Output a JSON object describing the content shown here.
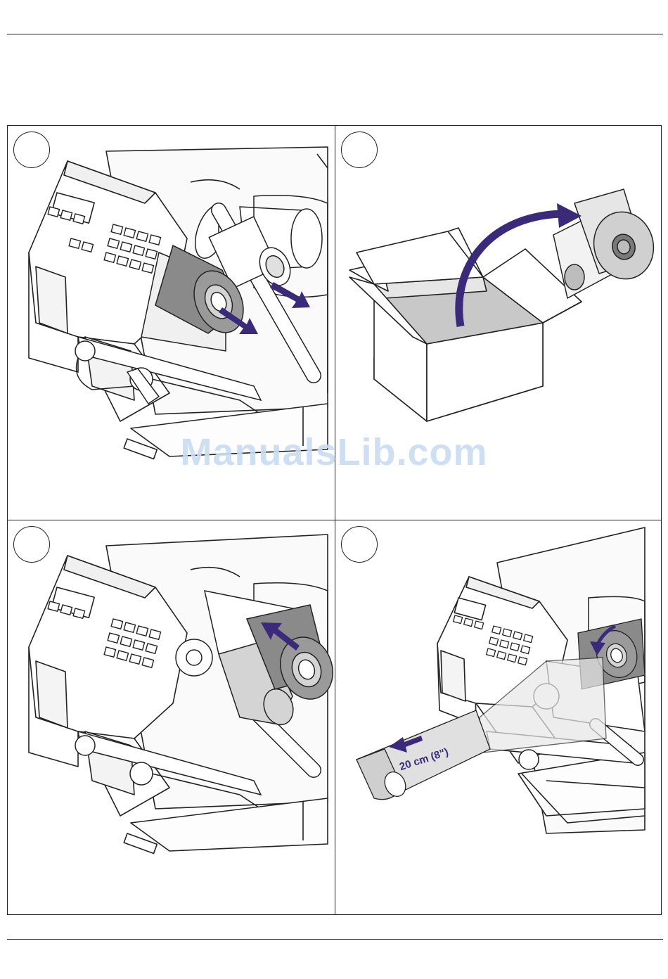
{
  "page": {
    "watermark": "ManualsLib.com"
  },
  "panels": [
    {
      "id": "step-1",
      "illustration": "remove-used-ribbon-rolls"
    },
    {
      "id": "step-2",
      "illustration": "unpack-new-ribbon-roll"
    },
    {
      "id": "step-3",
      "illustration": "load-new-ribbon-roll"
    },
    {
      "id": "step-4",
      "illustration": "pull-out-ribbon",
      "measure_label": "20 cm (8\")"
    }
  ],
  "colors": {
    "arrow": "#3b2a7a",
    "ribbon_dark": "#8a8a8a",
    "ribbon_light": "#d4d4d4",
    "watermark": "#c9dcf2"
  }
}
